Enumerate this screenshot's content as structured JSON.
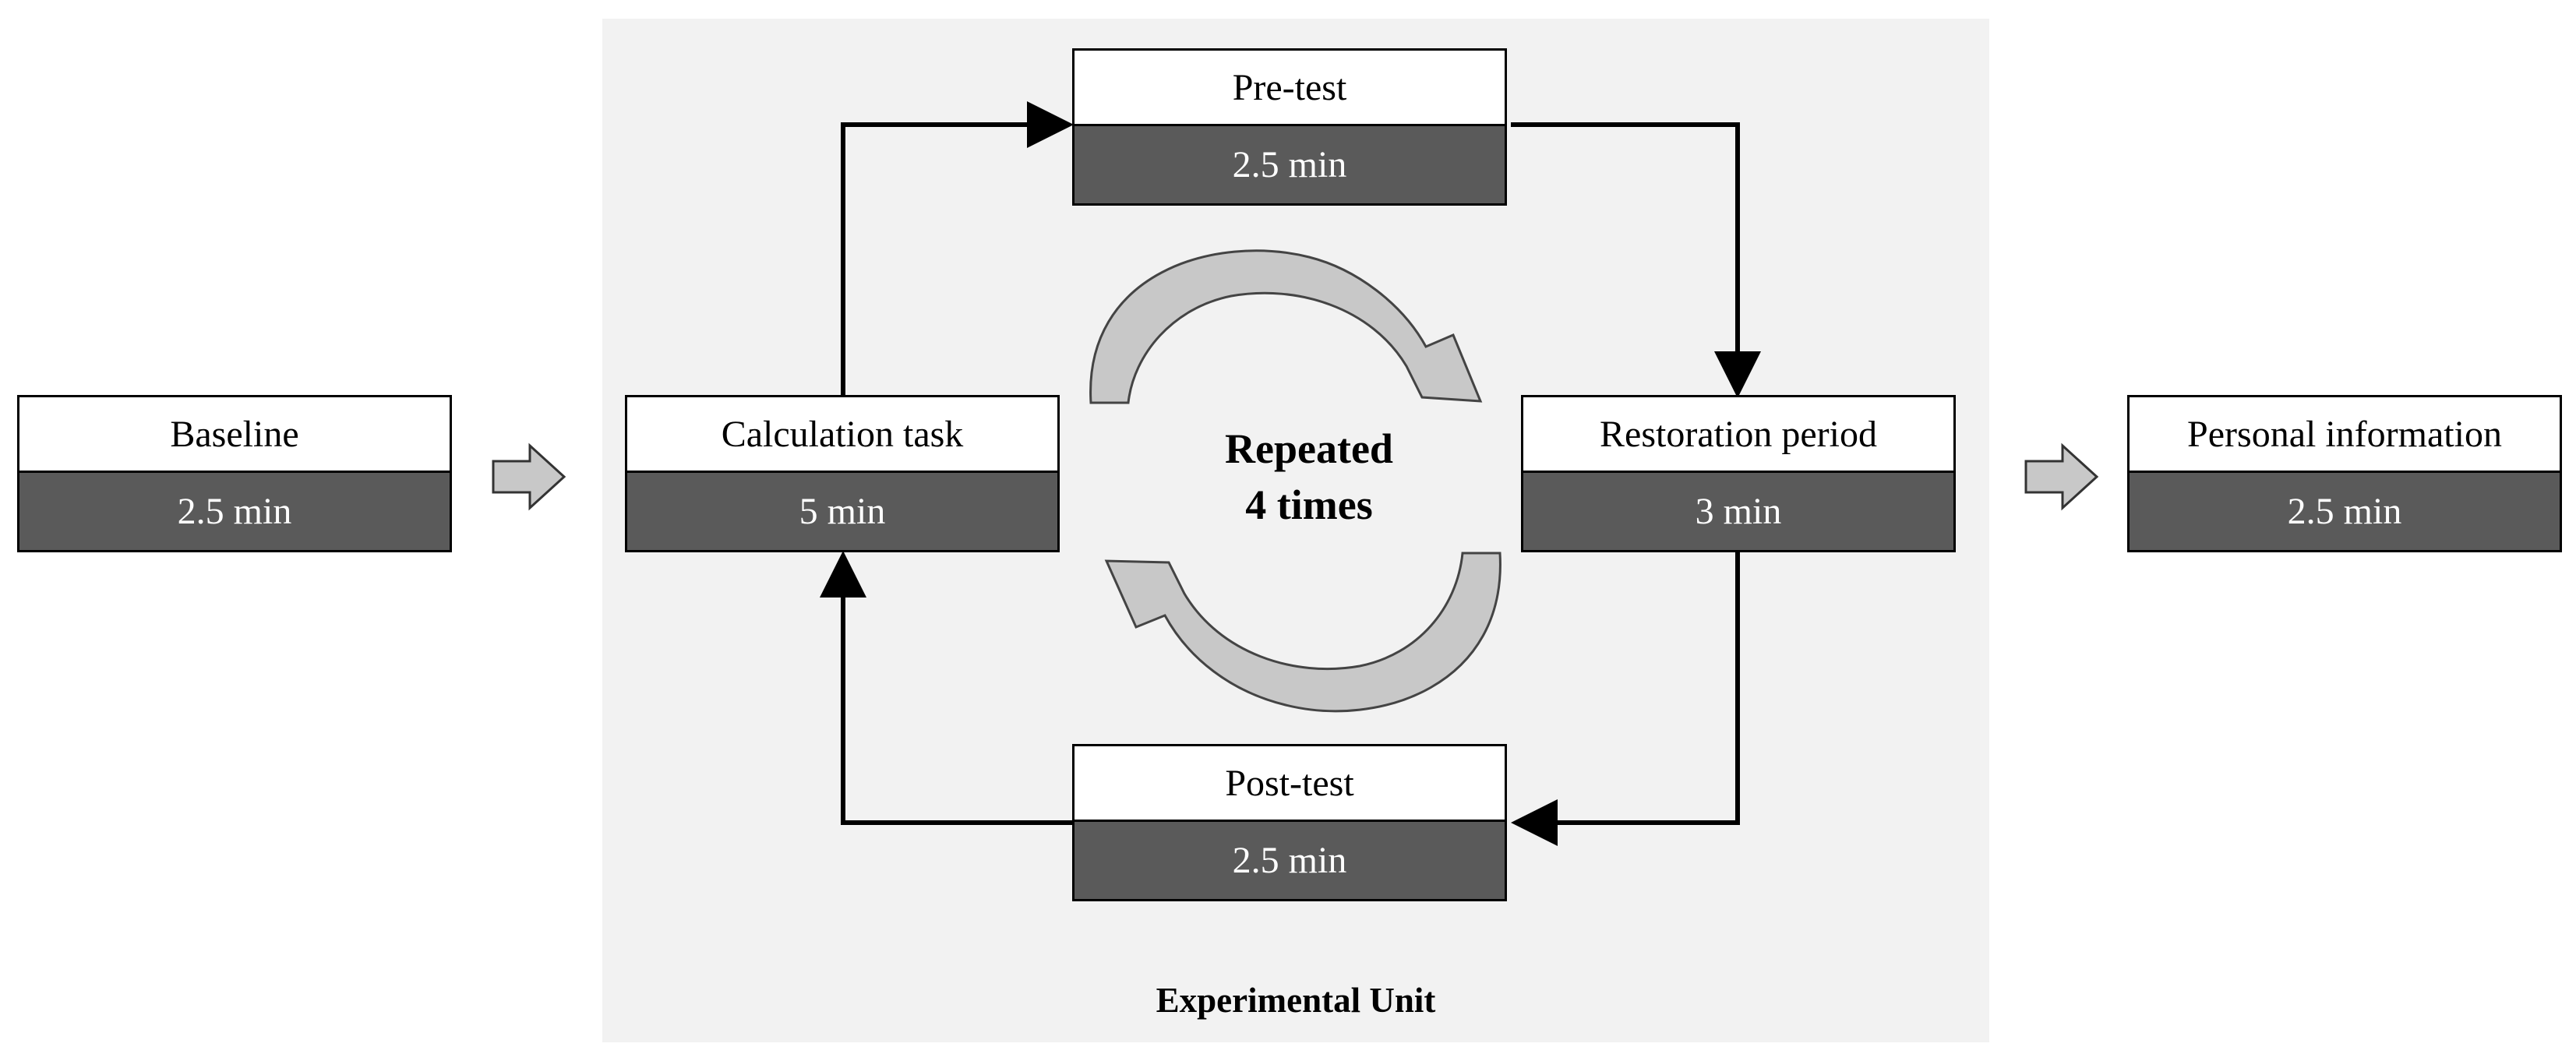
{
  "diagram": {
    "group_label": "Experimental Unit",
    "cycle_label_line1": "Repeated",
    "cycle_label_line2": "4 times",
    "steps": [
      {
        "id": "baseline",
        "label": "Baseline",
        "duration": "2.5 min"
      },
      {
        "id": "calculation-task",
        "label": "Calculation task",
        "duration": "5 min"
      },
      {
        "id": "pre-test",
        "label": "Pre-test",
        "duration": "2.5 min"
      },
      {
        "id": "restoration-period",
        "label": "Restoration period",
        "duration": "3 min"
      },
      {
        "id": "post-test",
        "label": "Post-test",
        "duration": "2.5 min"
      },
      {
        "id": "personal-information",
        "label": "Personal information",
        "duration": "2.5 min"
      }
    ],
    "flow": [
      {
        "from": "baseline",
        "to": "calculation-task"
      },
      {
        "from": "calculation-task",
        "to": "pre-test"
      },
      {
        "from": "pre-test",
        "to": "restoration-period"
      },
      {
        "from": "restoration-period",
        "to": "post-test"
      },
      {
        "from": "post-test",
        "to": "calculation-task"
      },
      {
        "from": "restoration-period",
        "to": "personal-information"
      }
    ],
    "colors": {
      "panel": "#f2f2f2",
      "duration_band": "#5a5a5a",
      "block_arrow_fill": "#c8c8c8",
      "connector": "#000000"
    }
  }
}
